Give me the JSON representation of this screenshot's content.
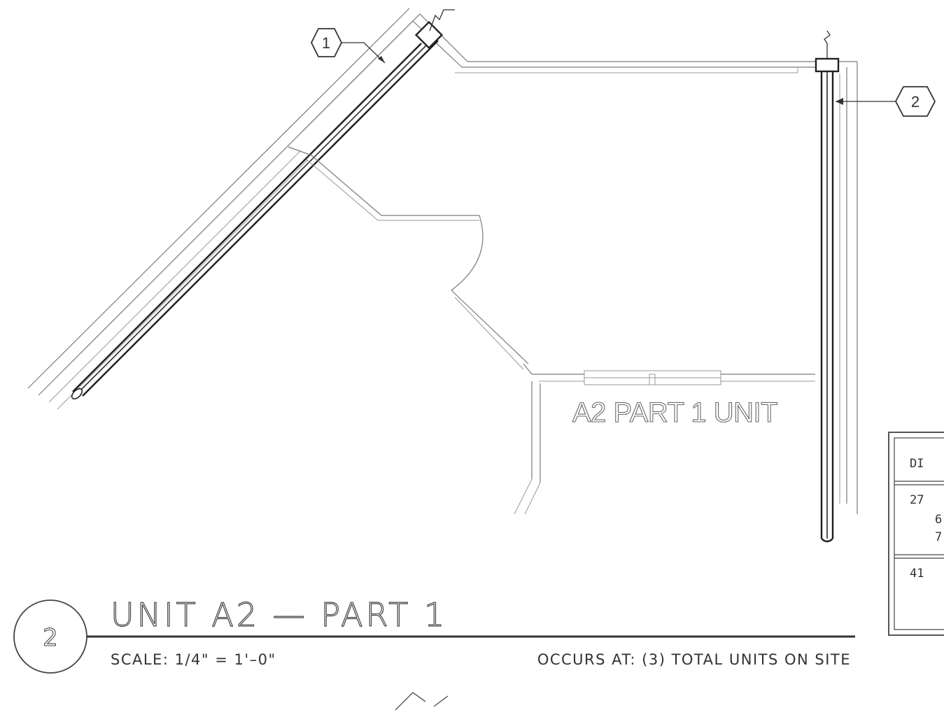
{
  "drawing": {
    "room_label": "A2 PART 1 UNIT",
    "tags": [
      {
        "id": "tag-1",
        "label": "1"
      },
      {
        "id": "tag-2",
        "label": "2"
      }
    ],
    "title_block": {
      "detail_number": "2",
      "title": "UNIT A2 — PART 1",
      "scale": "SCALE: 1/4\" = 1'–0\"",
      "occurs_at": "OCCURS AT: (3) TOTAL UNITS ON SITE"
    },
    "schedule_fragment": {
      "header": "DI",
      "rows": [
        "27",
        "6",
        "7"
      ],
      "total": "41"
    }
  }
}
